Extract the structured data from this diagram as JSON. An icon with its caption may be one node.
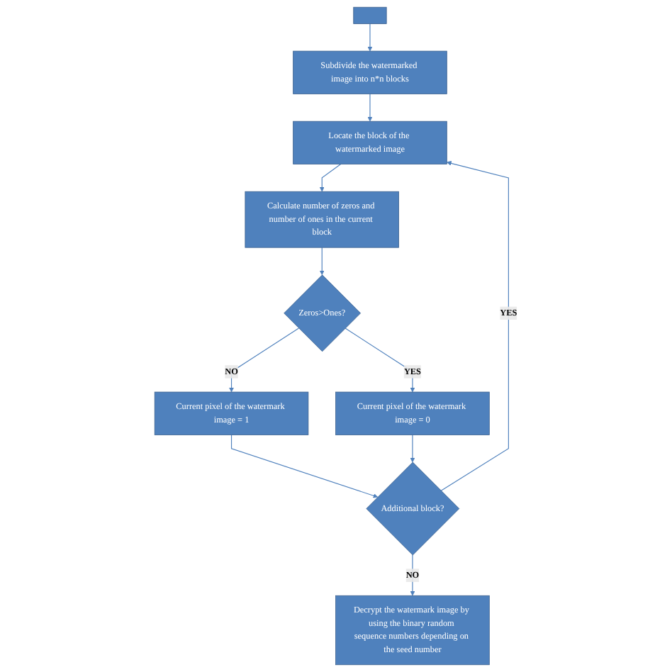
{
  "diagram": {
    "nodes": [
      {
        "text": [],
        "shape": "box"
      },
      {
        "text": [
          "Subdivide the watermarked image into n*n blocks"
        ]
      },
      {
        "text": [
          "Locate the block of the watermarked image"
        ]
      },
      {
        "text": [
          "Calculate number of zeros and number of ones in the current block"
        ]
      },
      {
        "text": [
          "Zeros>Ones?"
        ]
      },
      {
        "text": [
          "Current pixel of the watermark image = 0"
        ]
      },
      {
        "text": [
          "Current pixel of the watermark image = 1"
        ]
      },
      {
        "text": [
          "Additional block?"
        ]
      },
      {
        "text": [
          "Decrypt the watermark image by using the binary random sequence numbers depending on the seed number"
        ]
      }
    ],
    "edges": [
      {
        "from": 0,
        "to": 1,
        "arrow": "to"
      },
      {
        "from": 1,
        "to": 2,
        "arrow": "to"
      },
      {
        "from": 2,
        "to": 3,
        "arrow": "to"
      },
      {
        "from": 3,
        "to": 4,
        "arrow": "to"
      },
      {
        "from": 4,
        "to": 5,
        "label": "YES",
        "arrow": "to"
      },
      {
        "from": 4,
        "to": 6,
        "label": "NO",
        "arrow": "to"
      },
      {
        "from": 6,
        "to": 7,
        "arrow": "to"
      },
      {
        "from": 5,
        "to": 7,
        "arrow": "to"
      },
      {
        "from": 7,
        "to": 2,
        "label": "YES",
        "arrow": "to"
      },
      {
        "from": 7,
        "to": 8,
        "label": "NO",
        "arrow": "to"
      }
    ]
  }
}
